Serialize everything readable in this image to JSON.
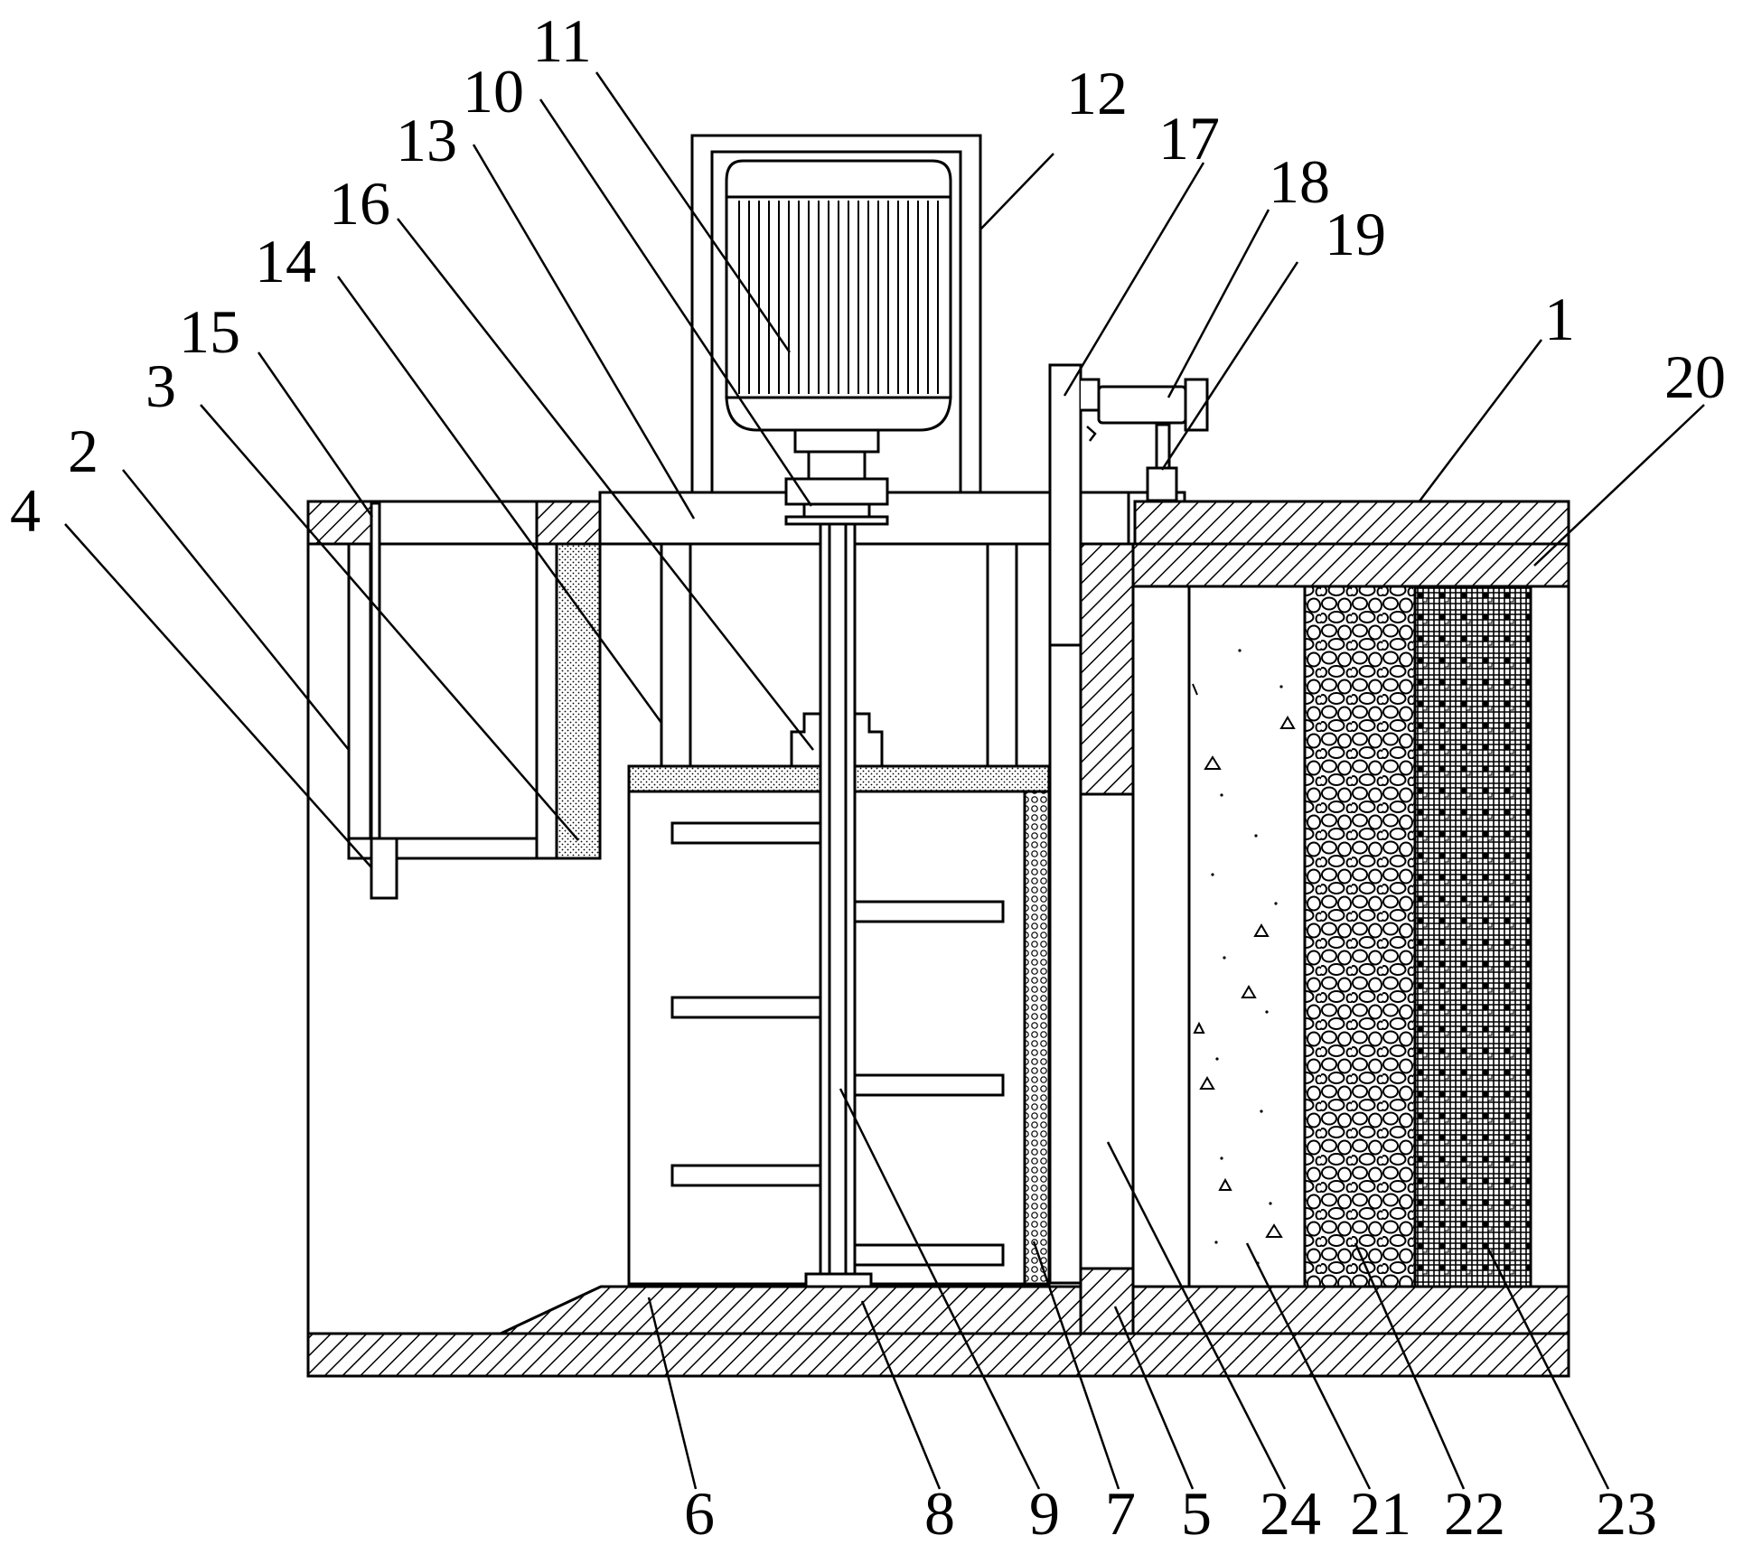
{
  "colors": {
    "stroke": "#000000",
    "background": "#ffffff"
  },
  "callouts": [
    "11",
    "10",
    "13",
    "16",
    "14",
    "15",
    "3",
    "2",
    "4",
    "12",
    "17",
    "18",
    "19",
    "1",
    "20",
    "6",
    "8",
    "9",
    "7",
    "5",
    "24",
    "21",
    "22",
    "23"
  ]
}
